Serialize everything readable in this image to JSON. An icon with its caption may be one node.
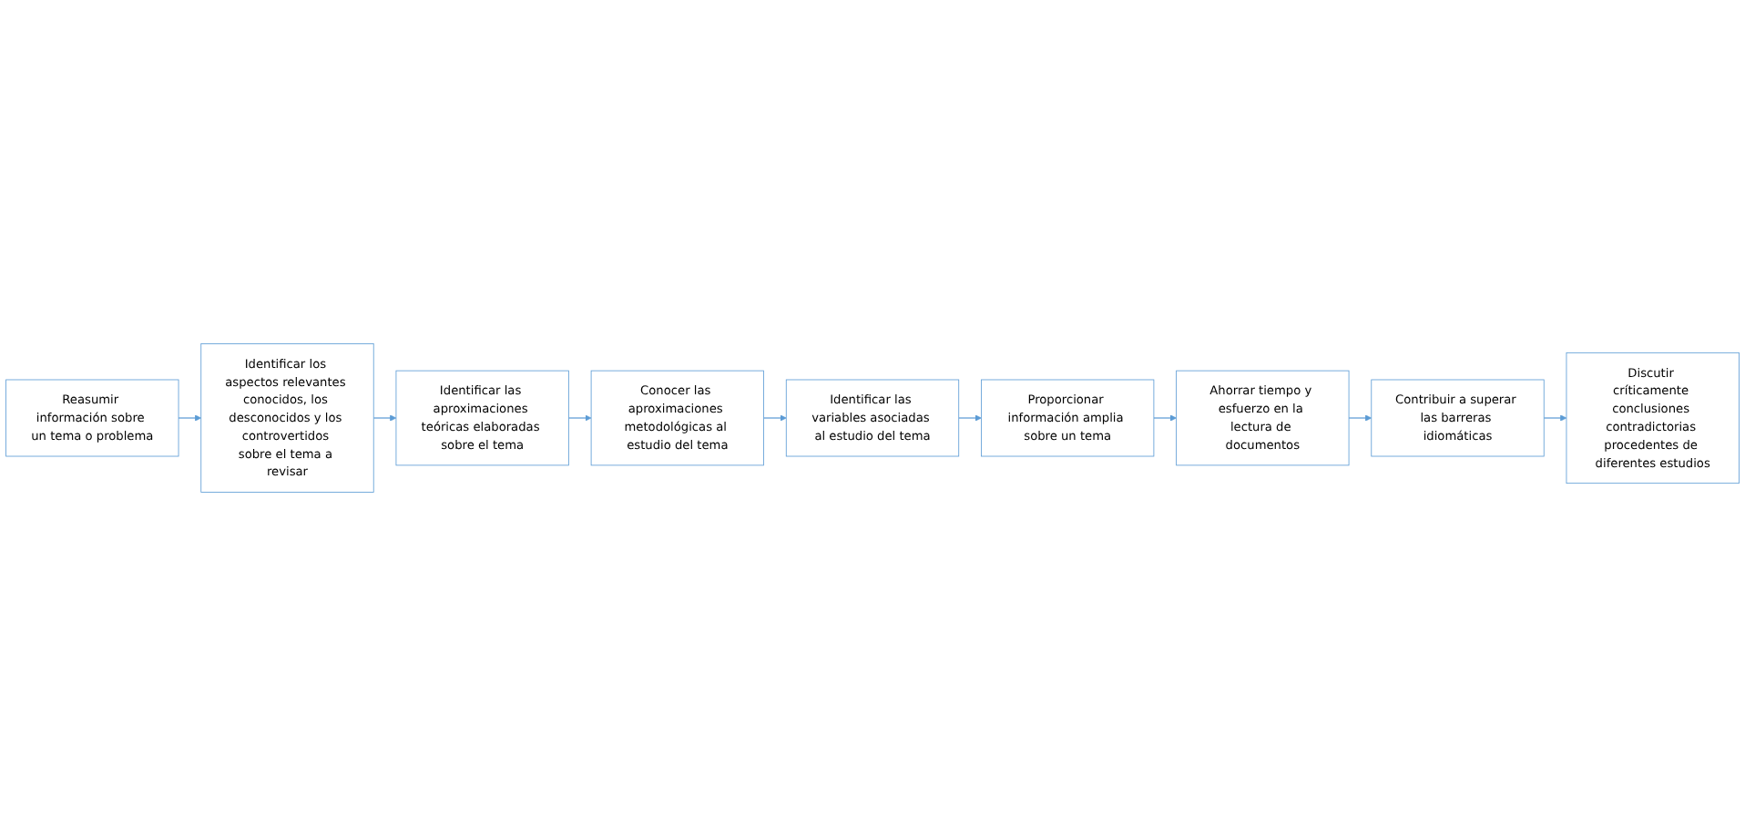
{
  "diagram": {
    "nodes": [
      {
        "text": [
          "Reasumir información sobre un tema o problema"
        ]
      },
      {
        "text": [
          "Identificar los aspectos relevantes conocidos, los desconocidos y los controvertidos sobre el tema a revisar"
        ]
      },
      {
        "text": [
          "Identificar las aproximaciones teóricas elaboradas sobre el tema"
        ]
      },
      {
        "text": [
          "Proporcionar información amplia sobre un tema"
        ]
      },
      {
        "text": [
          "Identificar las variables asociadas al estudio del tema"
        ]
      },
      {
        "text": [
          "Conocer las aproximaciones metodológicas al estudio del tema"
        ]
      },
      {
        "text": [
          "Ahorrar tiempo y esfuerzo en la lectura de documentos"
        ]
      },
      {
        "text": [
          "Contribuir a superar las barreras idiomáticas"
        ]
      },
      {
        "text": [
          "Discutir críticamente conclusiones contradictorias procedentes de diferentes estudios"
        ]
      }
    ],
    "edges": [
      {
        "from": 0,
        "to": 1,
        "arrow": "to"
      },
      {
        "from": 1,
        "to": 2,
        "arrow": "to"
      },
      {
        "from": 2,
        "to": 5,
        "arrow": "to"
      },
      {
        "from": 5,
        "to": 4,
        "arrow": "to"
      },
      {
        "from": 4,
        "to": 3,
        "arrow": "to"
      },
      {
        "from": 3,
        "to": 6,
        "arrow": "to"
      },
      {
        "from": 6,
        "to": 7,
        "arrow": "to"
      },
      {
        "from": 7,
        "to": 8,
        "arrow": "to"
      }
    ]
  }
}
